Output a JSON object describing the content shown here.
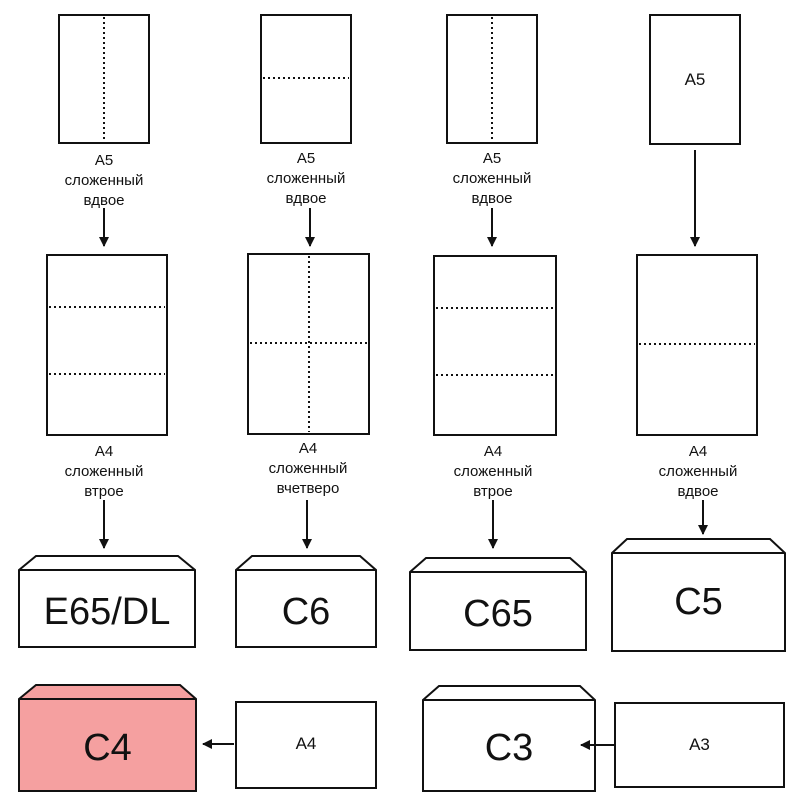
{
  "columns": [
    {
      "small_sheet": {
        "label": "",
        "caption": [
          "A5",
          "сложенный",
          "вдвое"
        ]
      },
      "large_sheet": {
        "caption": [
          "A4",
          "сложенный",
          "втрое"
        ]
      },
      "envelope": "E65/DL"
    },
    {
      "small_sheet": {
        "label": "",
        "caption": [
          "A5",
          "сложенный",
          "вдвое"
        ]
      },
      "large_sheet": {
        "caption": [
          "A4",
          "сложенный",
          "вчетверо"
        ]
      },
      "envelope": "C6"
    },
    {
      "small_sheet": {
        "label": "",
        "caption": [
          "A5",
          "сложенный",
          "вдвое"
        ]
      },
      "large_sheet": {
        "caption": [
          "A4",
          "сложенный",
          "втрое"
        ]
      },
      "envelope": "C65"
    },
    {
      "small_sheet": {
        "label": "A5",
        "caption": []
      },
      "large_sheet": {
        "caption": [
          "A4",
          "сложенный",
          "вдвое"
        ]
      },
      "envelope": "C5"
    }
  ],
  "bottom_row": [
    {
      "sheet": "A4",
      "envelope": "C4",
      "envelope_fill": "#f5a0a0"
    },
    {
      "sheet": "A3",
      "envelope": "C3",
      "envelope_fill": "#ffffff"
    }
  ]
}
